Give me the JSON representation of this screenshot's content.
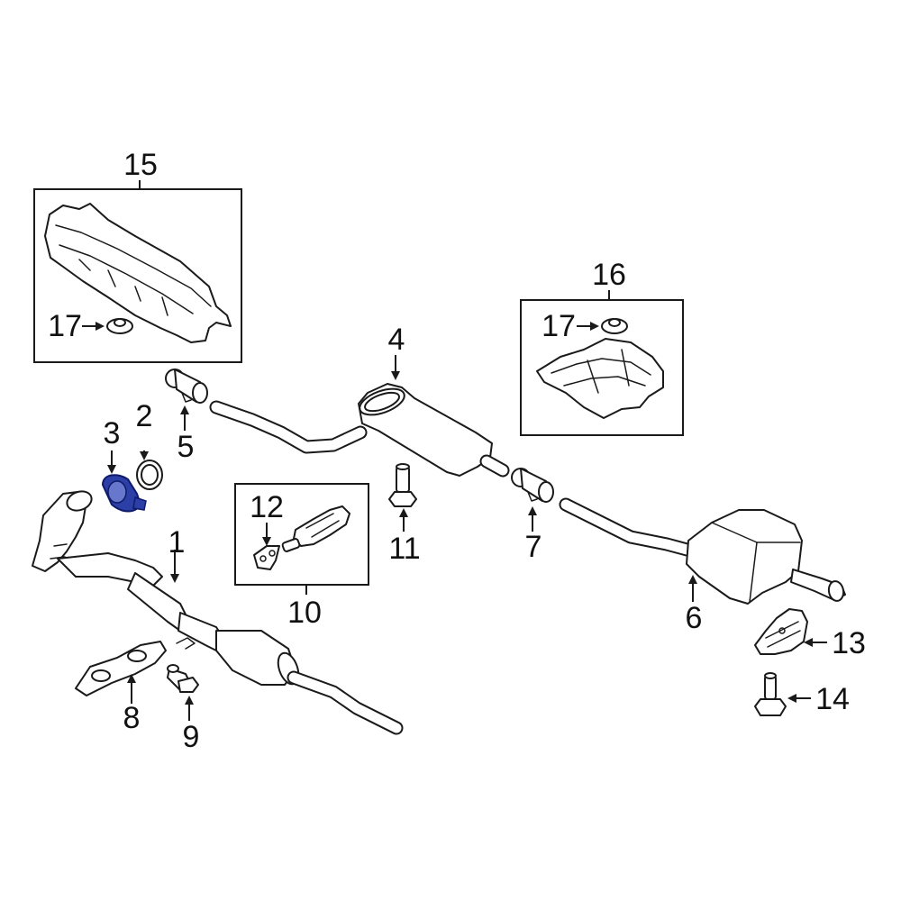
{
  "diagram": {
    "highlight_color": "#2b3fa6",
    "callouts": [
      {
        "id": "c1",
        "label": "1"
      },
      {
        "id": "c2",
        "label": "2"
      },
      {
        "id": "c3",
        "label": "3"
      },
      {
        "id": "c4",
        "label": "4"
      },
      {
        "id": "c5",
        "label": "5"
      },
      {
        "id": "c6",
        "label": "6"
      },
      {
        "id": "c7",
        "label": "7"
      },
      {
        "id": "c8",
        "label": "8"
      },
      {
        "id": "c9",
        "label": "9"
      },
      {
        "id": "c10",
        "label": "10"
      },
      {
        "id": "c11",
        "label": "11"
      },
      {
        "id": "c12",
        "label": "12"
      },
      {
        "id": "c13",
        "label": "13"
      },
      {
        "id": "c14",
        "label": "14"
      },
      {
        "id": "c15",
        "label": "15"
      },
      {
        "id": "c16",
        "label": "16"
      },
      {
        "id": "c17a",
        "label": "17"
      },
      {
        "id": "c17b",
        "label": "17"
      }
    ]
  }
}
